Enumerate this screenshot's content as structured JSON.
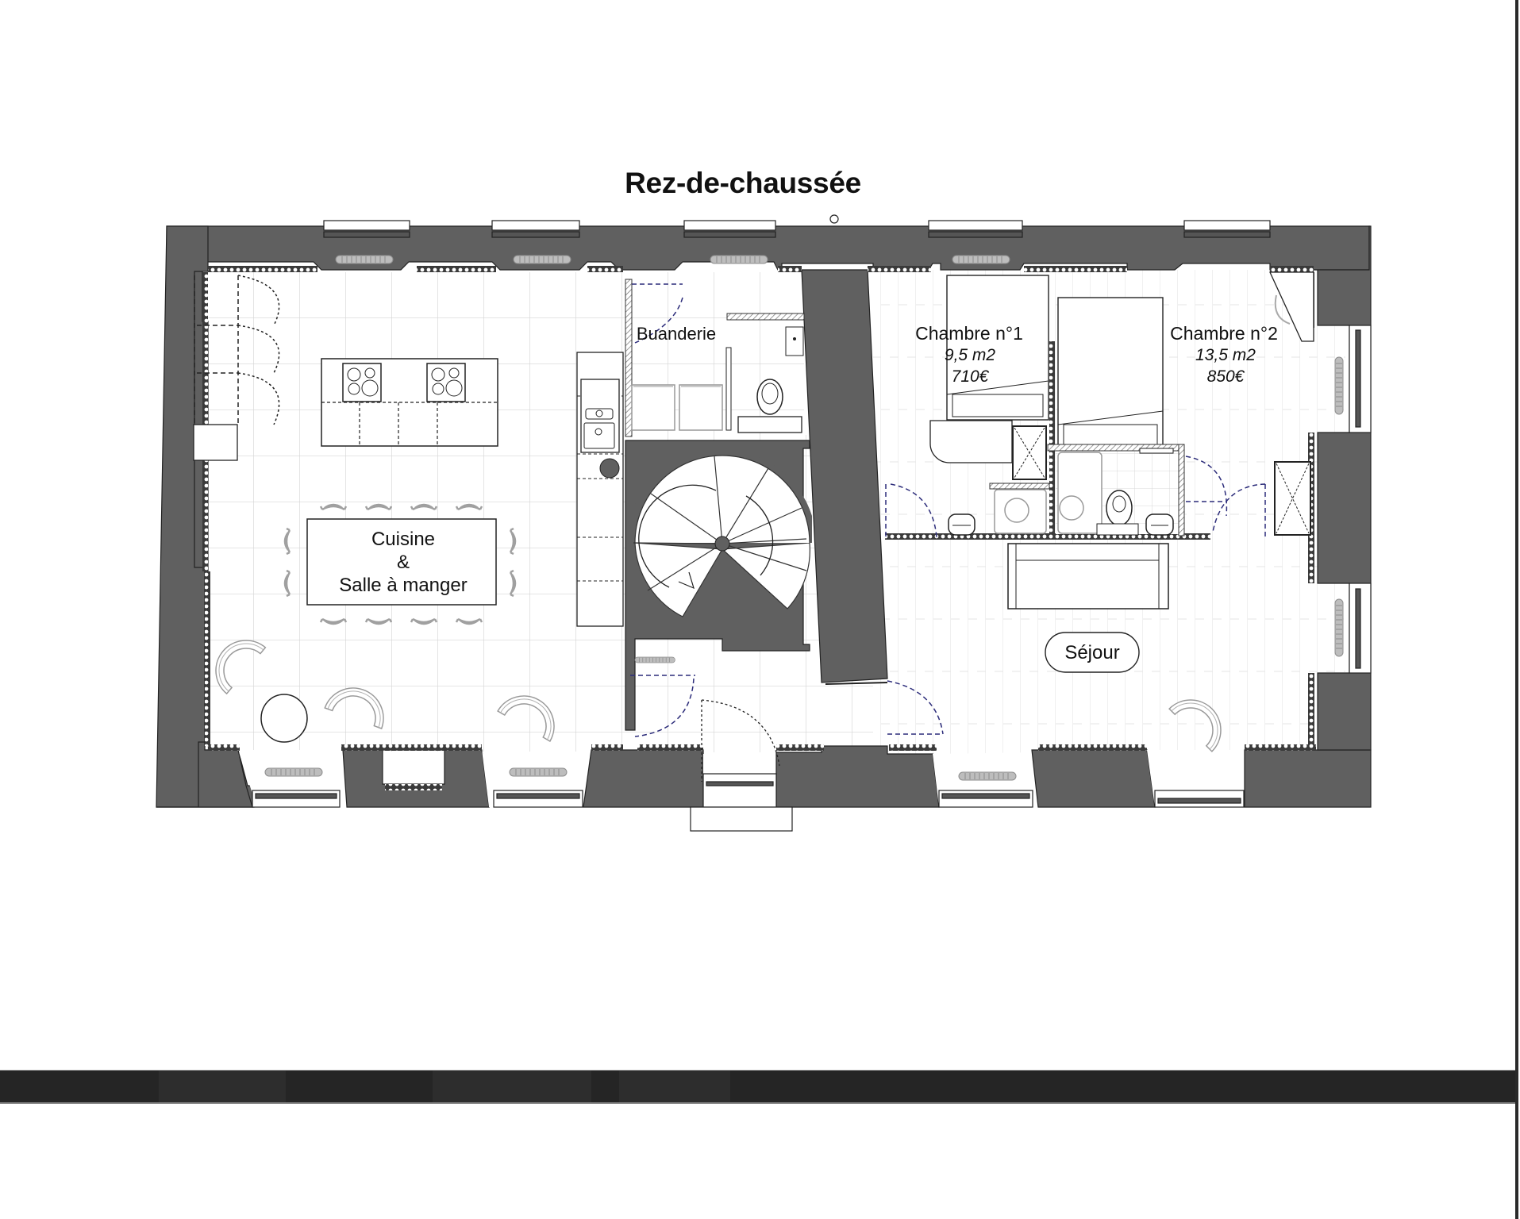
{
  "plan": {
    "title": "Rez-de-chaussée",
    "colors": {
      "wall": "#606060",
      "floor_tile_line": "#d4d4d4",
      "parquet_line": "#dedede",
      "door_swing": "#2c2c7a",
      "furniture_stroke": "#222222",
      "furniture_grey": "#a8a8a8",
      "band": "#252525"
    },
    "rooms": {
      "kitchen": {
        "line1": "Cuisine",
        "line2": "&",
        "line3": "Salle à manger"
      },
      "laundry": {
        "label": "Buanderie"
      },
      "bedroom1": {
        "label": "Chambre n°1",
        "area": "9,5 m2",
        "price": "710€"
      },
      "bedroom2": {
        "label": "Chambre n°2",
        "area": "13,5 m2",
        "price": "850€"
      },
      "living": {
        "label": "Séjour"
      }
    },
    "icons": [
      "spiral-staircase-icon",
      "door-swing-icon",
      "toilet-icon",
      "sink-icon",
      "cooktop-icon",
      "bed-icon",
      "shower-icon",
      "armchair-icon",
      "radiator-icon",
      "sofa-icon",
      "washing-machine-icon"
    ]
  }
}
